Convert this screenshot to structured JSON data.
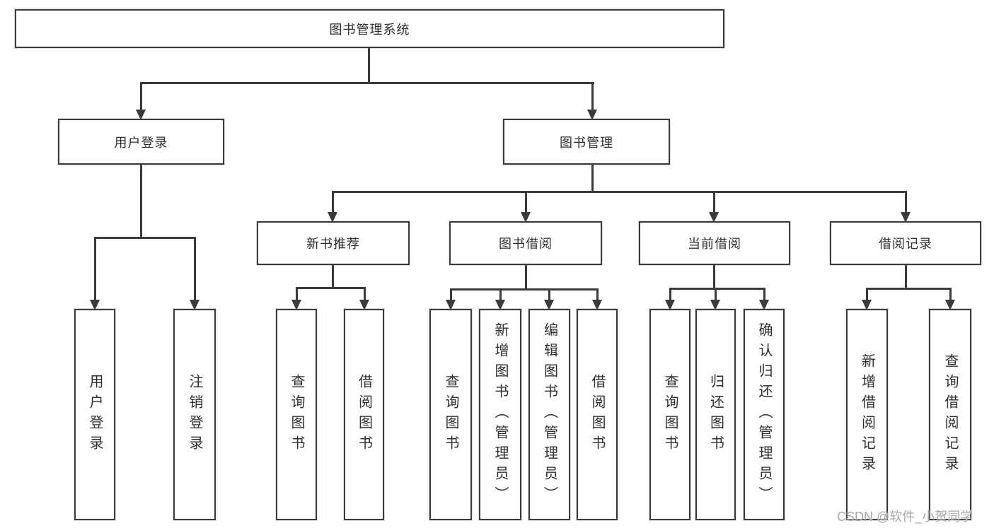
{
  "diagram": {
    "title": "图书管理系统",
    "nodes": {
      "root": "图书管理系统",
      "user_login": "用户登录",
      "book_mgmt": "图书管理",
      "new_books": "新书推荐",
      "book_borrow": "图书借阅",
      "current_borrow": "当前借阅",
      "borrow_records": "借阅记录",
      "leaves": [
        "用户登录",
        "注销登录",
        "查询图书",
        "借阅图书",
        "查询图书",
        "新增图书（管理员）",
        "编辑图书（管理员）",
        "借阅图书",
        "查询图书",
        "归还图书",
        "确认归还（管理员）",
        "新增借阅记录",
        "查询借阅记录"
      ]
    },
    "hierarchy": {
      "图书管理系统": [
        "用户登录",
        "图书管理"
      ],
      "用户登录": [
        "用户登录",
        "注销登录"
      ],
      "图书管理": [
        "新书推荐",
        "图书借阅",
        "当前借阅",
        "借阅记录"
      ],
      "新书推荐": [
        "查询图书",
        "借阅图书"
      ],
      "图书借阅": [
        "查询图书",
        "新增图书（管理员）",
        "编辑图书（管理员）",
        "借阅图书"
      ],
      "当前借阅": [
        "查询图书",
        "归还图书",
        "确认归还（管理员）"
      ],
      "借阅记录": [
        "新增借阅记录",
        "查询借阅记录"
      ]
    },
    "colors": {
      "line": "#3a3a3a",
      "text": "#2f2f2f",
      "box_fill": "#ffffff",
      "watermark": "#a9a9a9"
    }
  },
  "watermark": {
    "text": "CSDN @软件_小贺同学"
  }
}
